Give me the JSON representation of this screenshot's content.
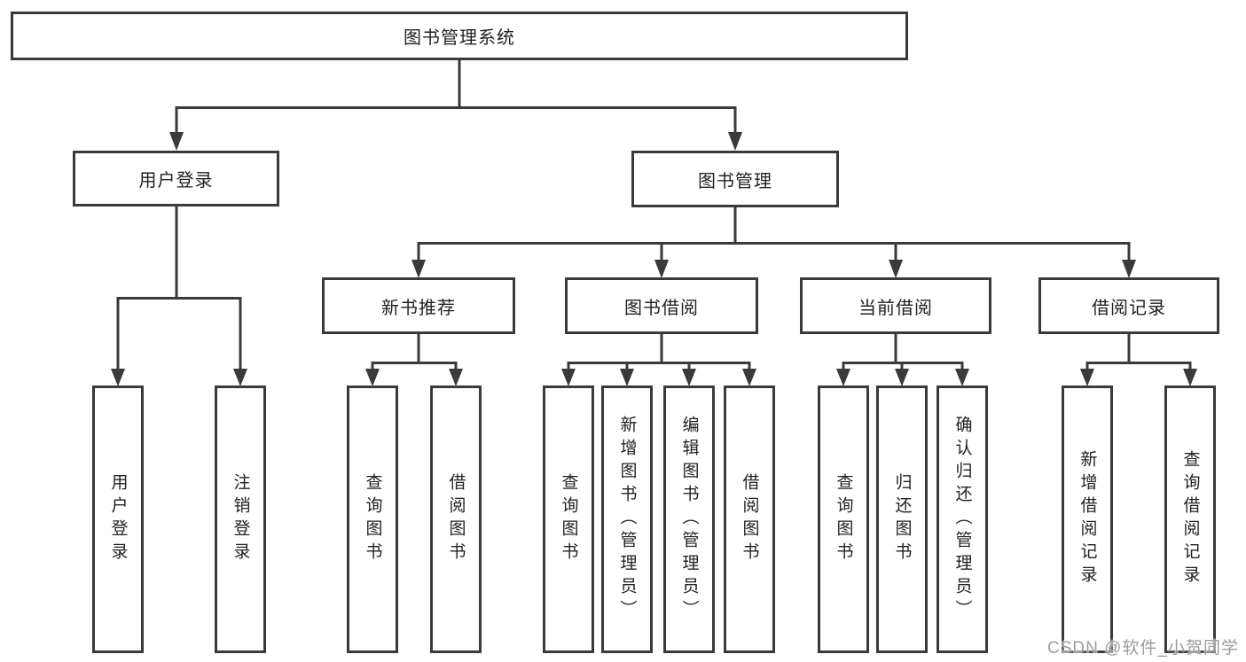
{
  "watermark": "CSDN @软件_小贺同学",
  "colors": {
    "line": "#3a3a3a",
    "box_border": "#3a3a3a",
    "text": "#222222",
    "watermark": "#9c9c9c",
    "background": "#ffffff"
  },
  "diagram_type": "hierarchy-tree",
  "tree": {
    "label": "图书管理系统",
    "children": [
      {
        "label": "用户登录",
        "children": [
          {
            "label": "用户登录"
          },
          {
            "label": "注销登录"
          }
        ]
      },
      {
        "label": "图书管理",
        "children": [
          {
            "label": "新书推荐",
            "children": [
              {
                "label": "查询图书"
              },
              {
                "label": "借阅图书"
              }
            ]
          },
          {
            "label": "图书借阅",
            "children": [
              {
                "label": "查询图书"
              },
              {
                "label": "新增图书（管理员）"
              },
              {
                "label": "编辑图书（管理员）"
              },
              {
                "label": "借阅图书"
              }
            ]
          },
          {
            "label": "当前借阅",
            "children": [
              {
                "label": "查询图书"
              },
              {
                "label": "归还图书"
              },
              {
                "label": "确认归还（管理员）"
              }
            ]
          },
          {
            "label": "借阅记录",
            "children": [
              {
                "label": "新增借阅记录"
              },
              {
                "label": "查询借阅记录"
              }
            ]
          }
        ]
      }
    ]
  }
}
